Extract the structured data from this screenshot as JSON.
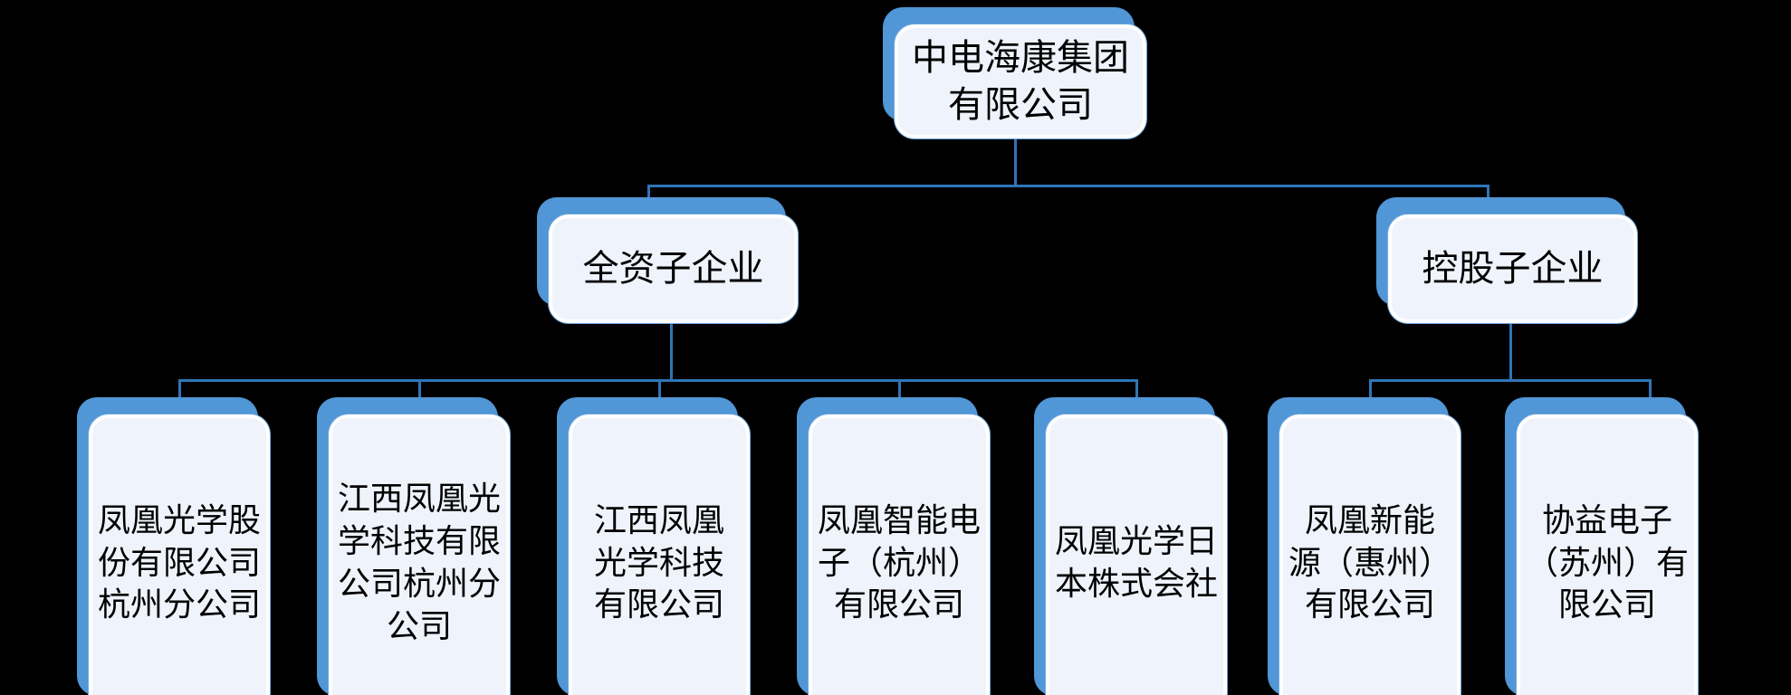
{
  "theme": {
    "background": "#000000",
    "card_back": "#5196D6",
    "card_front": "#EFF3FB",
    "card_border": "#FFFFFF",
    "card_outline": "#6FA8DC",
    "connector": "#2E75B6",
    "text": "#000000"
  },
  "chart_data": {
    "type": "diagram",
    "title": "中电海康集团有限公司 组织结构图",
    "root": "中电海康集团有限公司",
    "branches": [
      {
        "label": "全资子企业",
        "children": [
          "凤凰光学股份有限公司杭州分公司",
          "江西凤凰光学科技有限公司杭州分公司",
          "江西凤凰光学科技有限公司",
          "凤凰智能电子（杭州）有限公司",
          "凤凰光学日本株式会社"
        ]
      },
      {
        "label": "控股子企业",
        "children": [
          "凤凰新能源（惠州）有限公司",
          "协益电子（苏州）有限公司"
        ]
      }
    ]
  },
  "nodes": {
    "root": {
      "text": "中电海康集团\n有限公司"
    },
    "branch_wholly_owned": {
      "text": "全资子企业"
    },
    "branch_controlling": {
      "text": "控股子企业"
    },
    "leaf_1": {
      "text": "凤凰光学股\n份有限公司\n杭州分公司"
    },
    "leaf_2": {
      "text": "江西凤凰光\n学科技有限\n公司杭州分\n公司"
    },
    "leaf_3": {
      "text": "江西凤凰\n光学科技\n有限公司"
    },
    "leaf_4": {
      "text": "凤凰智能电\n子（杭州）\n有限公司"
    },
    "leaf_5": {
      "text": "凤凰光学日\n本株式会社"
    },
    "leaf_6": {
      "text": "凤凰新能\n源（惠州）\n有限公司"
    },
    "leaf_7": {
      "text": "协益电子\n（苏州）有\n限公司"
    }
  }
}
